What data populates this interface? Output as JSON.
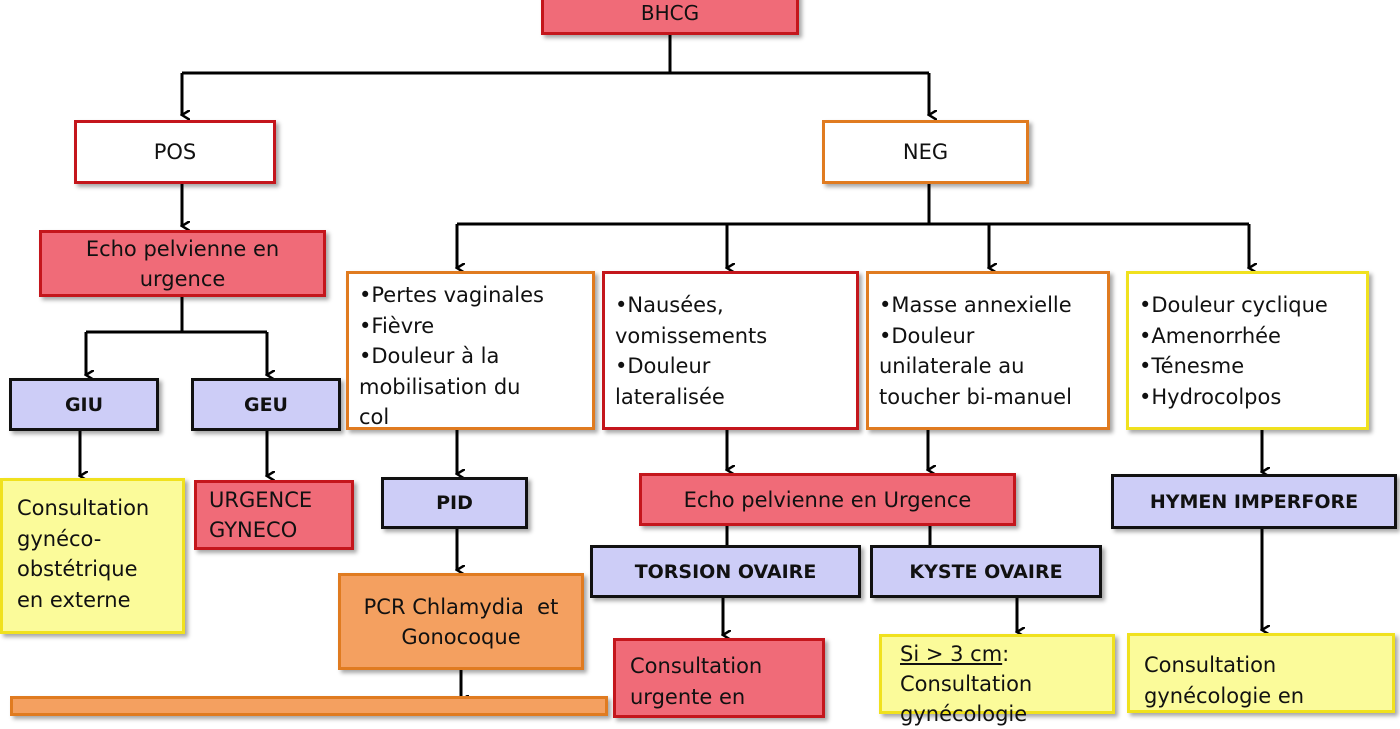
{
  "bhcg": "BHCG",
  "pos": "POS",
  "neg": "NEG",
  "echo_pelv_urgence_left": "Echo pelvienne en urgence",
  "giu": "GIU",
  "geu": "GEU",
  "consult_gyneco_obst": [
    "Consultation",
    "gynéco-",
    "obstétrique",
    "en externe"
  ],
  "urgence_gyneco": [
    "URGENCE",
    "GYNECO"
  ],
  "list1": [
    "•Pertes vaginales",
    "•Fièvre",
    "•Douleur à la",
    "mobilisation du",
    "col"
  ],
  "list2": [
    "•Nausées,",
    "vomissements",
    "•Douleur",
    "lateralisée"
  ],
  "list3": [
    "•Masse annexielle",
    "•Douleur",
    "unilaterale au",
    "toucher bi-manuel"
  ],
  "list4": [
    "•Douleur cyclique",
    "•Amenorrhée",
    "•Ténesme",
    "•Hydrocolpos"
  ],
  "pid": "PID",
  "pcr": [
    "PCR Chlamydia  et",
    "Gonocoque"
  ],
  "echo_pelv_urgence_mid": "Echo pelvienne en Urgence",
  "torsion": "TORSION OVAIRE",
  "kyste": "KYSTE OVAIRE",
  "hymen": "HYMEN IMPERFORE",
  "consult_urgente": [
    "Consultation",
    "urgente en"
  ],
  "kyste_result": {
    "cond": "Si > 3 cm",
    "lines": [
      "Consultation",
      "gynécologie"
    ]
  },
  "consult_gyneco_en": [
    "Consultation",
    "gynécologie en"
  ]
}
